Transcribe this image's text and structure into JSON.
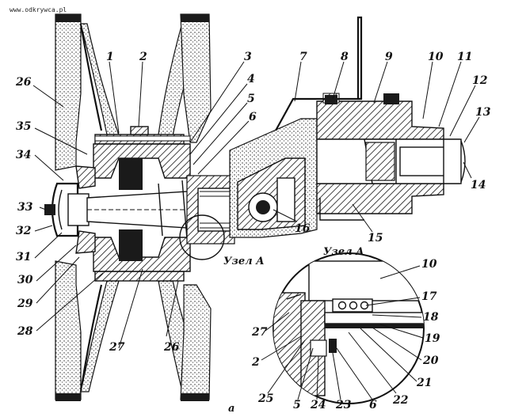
{
  "watermark": "www.odkrywca.pl",
  "title_node_main": "Узел А",
  "title_node_inset": "Узел А",
  "figure_letter": "а",
  "callouts_main": [
    "1",
    "2",
    "3",
    "4",
    "5",
    "6",
    "7",
    "8",
    "9",
    "10",
    "11",
    "12",
    "13",
    "14",
    "15",
    "16",
    "26",
    "26",
    "27",
    "28",
    "29",
    "30",
    "31",
    "32",
    "33",
    "34",
    "35"
  ],
  "callouts_inset": [
    "10",
    "17",
    "18",
    "19",
    "20",
    "21",
    "22",
    "6",
    "23",
    "24",
    "5",
    "25",
    "2",
    "27"
  ],
  "colors": {
    "ink": "#111111",
    "paper": "#ffffff"
  }
}
